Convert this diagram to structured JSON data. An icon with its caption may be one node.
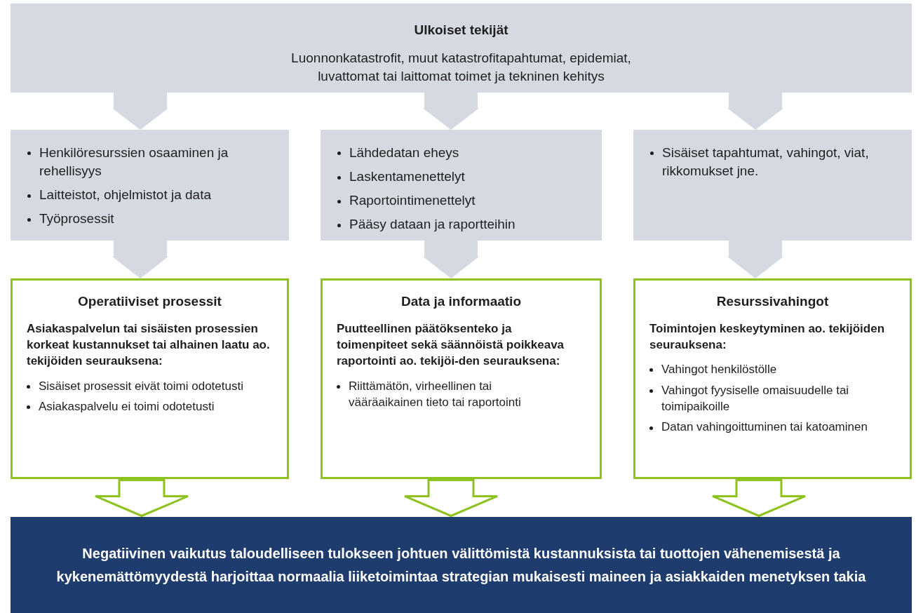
{
  "diagram": {
    "nodes": [
      {
        "text": [
          "Ulkoiset tekijät",
          "Luonnonkatastrofit, muut katastrofitapahtumat, epidemiat, luvattomat tai laittomat toimet ja tekninen kehitys"
        ]
      },
      {
        "text": [
          "Henkilöresurssien osaaminen ja rehellisyys",
          "Laitteistot, ohjelmistot ja data",
          "Työprosessit"
        ]
      },
      {
        "text": [
          "Lähdedatan eheys",
          "Laskentamenettelyt",
          "Raportointimenettelyt",
          "Pääsy dataan ja raportteihin"
        ]
      },
      {
        "text": [
          "Sisäiset tapahtumat, vahingot, viat, rikkomukset jne."
        ]
      },
      {
        "text": [
          "Operatiiviset prosessit",
          "Asiakaspalvelun tai sisäisten prosessien korkeat kustannukset tai alhainen laatu ao. tekijöiden seurauksena:",
          "Sisäiset prosessit eivät toimi odotetusti",
          "Asiakaspalvelu ei toimi odotetusti"
        ]
      },
      {
        "text": [
          "Data ja informaatio",
          "Puutteellinen päätöksenteko ja toimenpiteet sekä säännöistä poikkeava raportointi ao. tekijöi-den seurauksena:",
          "Riittämätön, virheellinen tai vääräaikainen tieto tai raportointi"
        ]
      },
      {
        "text": [
          "Resurssivahingot",
          "Toimintojen keskeytyminen ao. tekijöiden seurauksena:",
          "Vahingot henkilöstölle",
          "Vahingot fyysiselle omaisuudelle tai toimipaikoille",
          "Datan vahingoittuminen tai katoaminen"
        ]
      },
      {
        "text": [
          "Negatiivinen vaikutus taloudelliseen tulokseen johtuen välittömistä kustannuksista tai tuottojen vähenemisestä ja kykenemättömyydestä harjoittaa normaalia liiketoimintaa strategian mukaisesti maineen ja asiakkaiden menetyksen takia"
        ]
      }
    ],
    "edges": [
      {
        "from": 0,
        "to": 1,
        "arrow": "to"
      },
      {
        "from": 0,
        "to": 2,
        "arrow": "to"
      },
      {
        "from": 0,
        "to": 3,
        "arrow": "to"
      },
      {
        "from": 1,
        "to": 4,
        "arrow": "to"
      },
      {
        "from": 2,
        "to": 5,
        "arrow": "to"
      },
      {
        "from": 3,
        "to": 6,
        "arrow": "to"
      },
      {
        "from": 4,
        "to": 7,
        "arrow": "to",
        "color": "#8dc21f"
      },
      {
        "from": 5,
        "to": 7,
        "arrow": "to",
        "color": "#8dc21f"
      },
      {
        "from": 6,
        "to": 7,
        "arrow": "to",
        "color": "#8dc21f"
      }
    ]
  }
}
